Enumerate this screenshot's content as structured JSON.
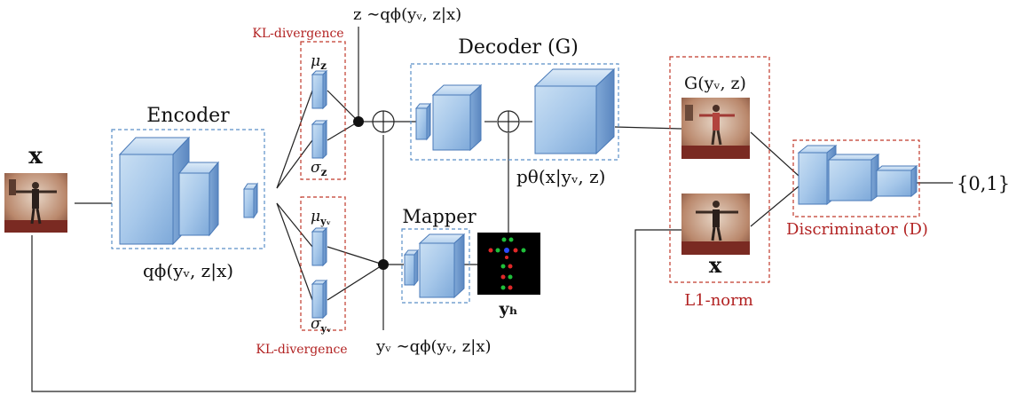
{
  "labels": {
    "input_x": "x",
    "encoder_title": "Encoder",
    "encoder_dist": "qϕ(yᵥ, z|x)",
    "kl_top": "KL-divergence",
    "kl_bottom": "KL-divergence",
    "mu_z": "μ",
    "mu_z_sub": "z",
    "sigma_z": "σ",
    "sigma_z_sub": "z",
    "mu_y": "μ",
    "mu_y_sub": "yᵥ",
    "sigma_y": "σ",
    "sigma_y_sub": "yᵥ",
    "z_sample": "z ∼qϕ(yᵥ, z|x)",
    "y_sample": "yᵥ ∼qϕ(yᵥ, z|x)",
    "decoder_title": "Decoder (G)",
    "decoder_dist": "pθ(x|yᵥ, z)",
    "mapper_title": "Mapper",
    "heatmap_label": "yₕ",
    "gen_label": "G(yᵥ, z)",
    "real_label": "x",
    "l1_label": "L1-norm",
    "disc_label": "Discriminator (D)",
    "disc_output": "{0,1}"
  },
  "colors": {
    "block_fill": "#9ec3e6",
    "block_edge": "#4a7ab8",
    "blue_dash": "#5b8fc7",
    "red_dash": "#c0392b",
    "red_text": "#b22222",
    "line": "#222222"
  }
}
